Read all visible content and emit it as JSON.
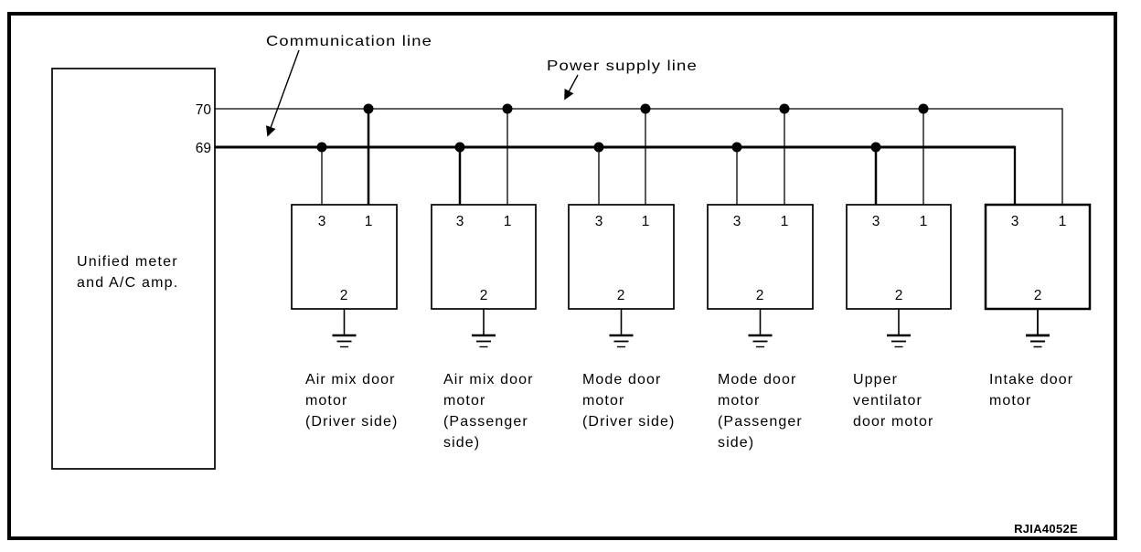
{
  "figure_code": "RJIA4052E",
  "colors": {
    "ink": "#000000",
    "paper": "#ffffff"
  },
  "controller": {
    "label_lines": [
      "Unified meter",
      "and A/C amp."
    ],
    "pin_power_supply": "70",
    "pin_communication": "69"
  },
  "bus": {
    "communication_label": "Communication line",
    "power_supply_label": "Power supply line"
  },
  "wiring": {
    "power_supply": {
      "controller_pin": "70",
      "motor_pin": "1"
    },
    "communication": {
      "controller_pin": "69",
      "motor_pin": "3"
    },
    "ground_motor_pin": "2"
  },
  "motors": [
    {
      "pin_top_left": "3",
      "pin_top_right": "1",
      "pin_bottom": "2",
      "label_lines": [
        "Air mix door",
        "motor",
        "(Driver side)"
      ]
    },
    {
      "pin_top_left": "3",
      "pin_top_right": "1",
      "pin_bottom": "2",
      "label_lines": [
        "Air mix door",
        "motor",
        "(Passenger",
        "side)"
      ]
    },
    {
      "pin_top_left": "3",
      "pin_top_right": "1",
      "pin_bottom": "2",
      "label_lines": [
        "Mode door",
        "motor",
        "(Driver side)"
      ]
    },
    {
      "pin_top_left": "3",
      "pin_top_right": "1",
      "pin_bottom": "2",
      "label_lines": [
        "Mode door",
        "motor",
        "(Passenger",
        "side)"
      ]
    },
    {
      "pin_top_left": "3",
      "pin_top_right": "1",
      "pin_bottom": "2",
      "label_lines": [
        "Upper",
        "ventilator",
        "door motor"
      ]
    },
    {
      "pin_top_left": "3",
      "pin_top_right": "1",
      "pin_bottom": "2",
      "label_lines": [
        "Intake door",
        "motor"
      ]
    }
  ]
}
